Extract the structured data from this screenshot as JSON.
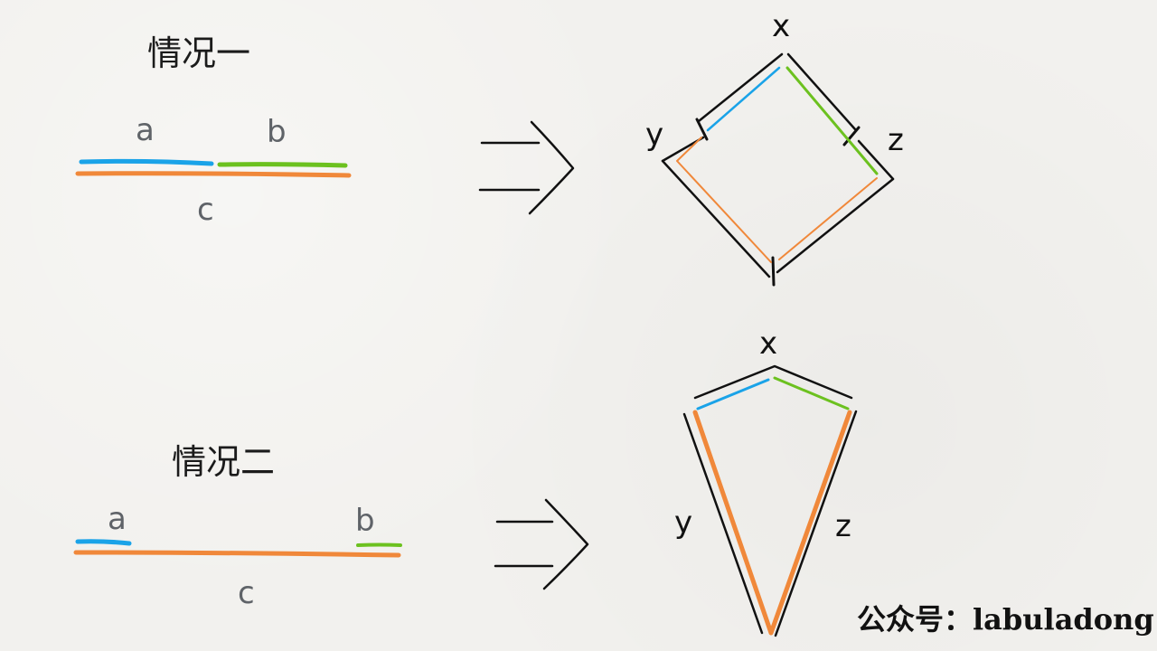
{
  "colors": {
    "blue": "#1aa3e8",
    "green": "#6cc11f",
    "orange": "#f0883a",
    "ink": "#111111",
    "label_gray": "#5f6368",
    "background": "#f2f1ee"
  },
  "case1": {
    "title": "情况一",
    "label_a": "a",
    "label_b": "b",
    "label_c": "c",
    "vertex_x": "x",
    "vertex_y": "y",
    "vertex_z": "z"
  },
  "case2": {
    "title": "情况二",
    "label_a": "a",
    "label_b": "b",
    "label_c": "c",
    "vertex_x": "x",
    "vertex_y": "y",
    "vertex_z": "z"
  },
  "watermark": "公众号：labuladong"
}
